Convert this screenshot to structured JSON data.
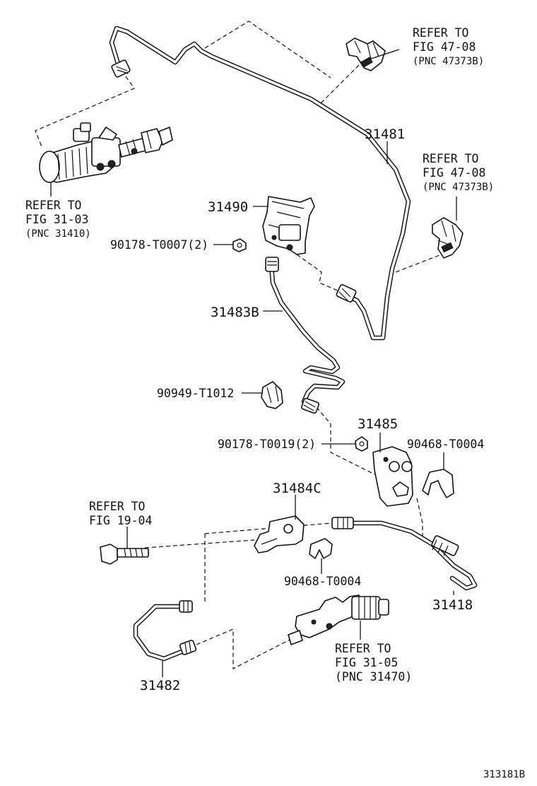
{
  "labels": {
    "ref_top_1": [
      "REFER TO",
      "FIG 47-08",
      "(PNC 47373B)"
    ],
    "ref_top_2": [
      "REFER TO",
      "FIG 47-08",
      "(PNC 47373B)"
    ],
    "ref_left": [
      "REFER TO",
      "FIG 31-03",
      "(PNC 31410)"
    ],
    "ref_bolt": [
      "REFER TO",
      "FIG 19-04"
    ],
    "ref_cyl": [
      "REFER TO",
      "FIG 31-05",
      "(PNC 31470)"
    ],
    "p31481": "31481",
    "p31490": "31490",
    "p90178a": "90178-T0007(2)",
    "p31483b": "31483B",
    "p90949": "90949-T1012",
    "p31485": "31485",
    "p90178b": "90178-T0019(2)",
    "p90468a": "90468-T0004",
    "p31484c": "31484C",
    "p90468b": "90468-T0004",
    "p31418": "31418",
    "p31482": "31482",
    "figure_id": "313181B"
  }
}
